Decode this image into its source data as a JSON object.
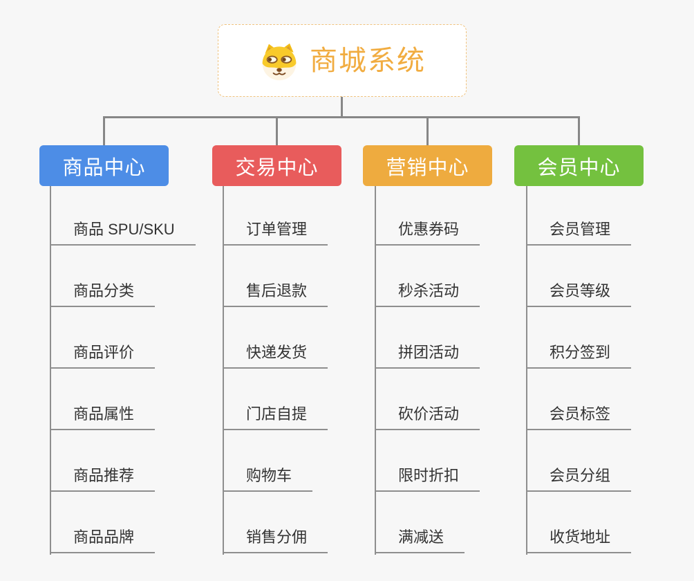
{
  "root": {
    "title": "商城系统",
    "icon": "doge-icon"
  },
  "branches": [
    {
      "label": "商品中心",
      "color": "#4d8de6",
      "children": [
        "商品 SPU/SKU",
        "商品分类",
        "商品评价",
        "商品属性",
        "商品推荐",
        "商品品牌"
      ]
    },
    {
      "label": "交易中心",
      "color": "#e85c5c",
      "children": [
        "订单管理",
        "售后退款",
        "快递发货",
        "门店自提",
        "购物车",
        "销售分佣"
      ]
    },
    {
      "label": "营销中心",
      "color": "#eeab3f",
      "children": [
        "优惠券码",
        "秒杀活动",
        "拼团活动",
        "砍价活动",
        "限时折扣",
        "满减送"
      ]
    },
    {
      "label": "会员中心",
      "color": "#74c13f",
      "children": [
        "会员管理",
        "会员等级",
        "积分签到",
        "会员标签",
        "会员分组",
        "收货地址"
      ]
    }
  ],
  "colors": {
    "background": "#f7f7f7",
    "connector": "#878787",
    "underline": "#8e8e8e",
    "root_text": "#f1ac40",
    "root_border": "#f0c27d",
    "leaf_text": "#333333"
  }
}
